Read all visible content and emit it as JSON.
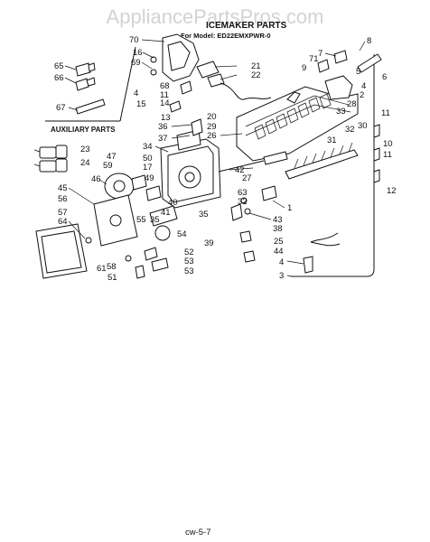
{
  "watermark": "AppliancePartsPros.com",
  "header": {
    "title": "ICEMAKER PARTS",
    "model": "For Model: ED22EMXPWR-0"
  },
  "auxiliary_label": "AUXILIARY PARTS",
  "footer_code": "cw-5-7",
  "callouts": {
    "c1": "70",
    "c2": "16",
    "c3": "69",
    "c4": "4",
    "c5": "15",
    "c6": "68",
    "c7": "11",
    "c8": "14",
    "c9": "13",
    "c10": "21",
    "c11": "22",
    "c12": "36",
    "c13": "37",
    "c14": "20",
    "c15": "29",
    "c16": "26",
    "c17": "7",
    "c18": "8",
    "c19": "71",
    "c20": "9",
    "c21": "5",
    "c22": "4",
    "c23": "6",
    "c24": "2",
    "c25": "28",
    "c26": "33",
    "c27": "32",
    "c28": "30",
    "c29": "31",
    "c30": "11",
    "c31": "10",
    "c32": "11",
    "c33": "12",
    "c34": "65",
    "c35": "66",
    "c36": "67",
    "c37": "23",
    "c38": "24",
    "c39": "34",
    "c40": "50",
    "c41": "17",
    "c42": "49",
    "c43": "47",
    "c44": "59",
    "c45": "46",
    "c46": "45",
    "c47": "56",
    "c48": "57",
    "c49": "64",
    "c50": "55",
    "c51": "54",
    "c52": "40",
    "c53": "41",
    "c54": "35",
    "c55": "35",
    "c56": "42",
    "c57": "27",
    "c58": "63",
    "c59": "32",
    "c60": "1",
    "c61": "43",
    "c62": "38",
    "c63": "39",
    "c64": "52",
    "c65": "53",
    "c66": "25",
    "c67": "44",
    "c68": "4",
    "c69": "3",
    "c70": "61",
    "c71": "58",
    "c72": "51",
    "c73": "53"
  }
}
